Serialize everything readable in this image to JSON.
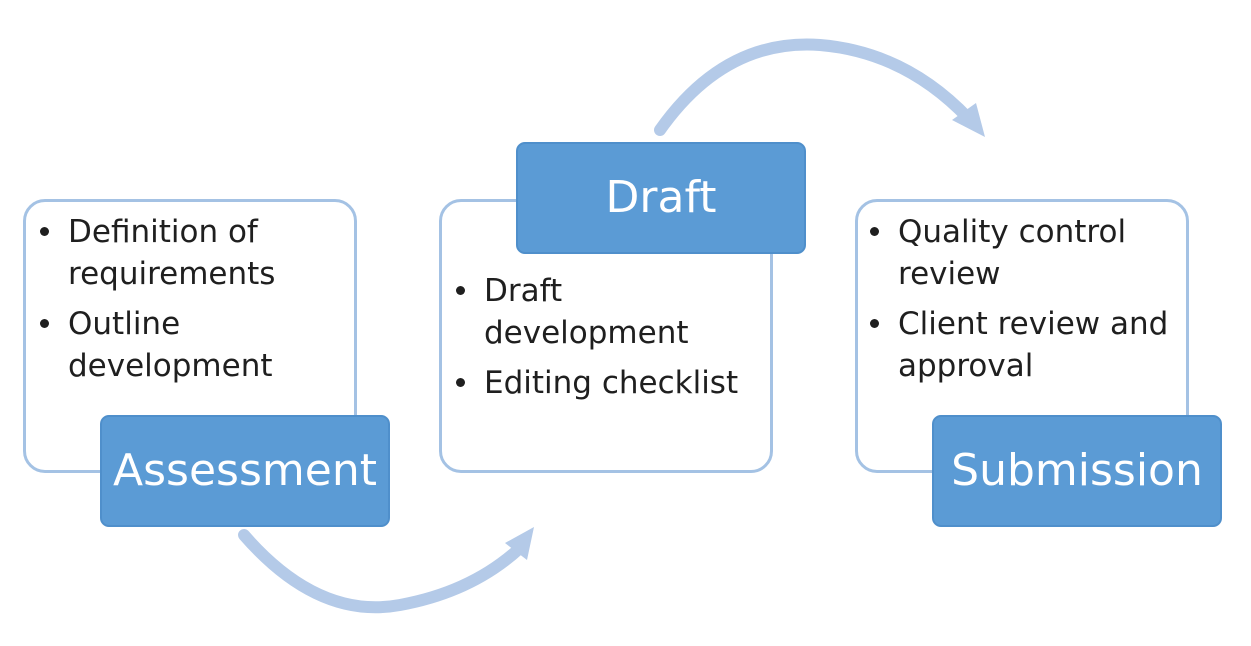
{
  "colors": {
    "label_fill": "#5b9bd5",
    "card_border": "#a4c2e4",
    "arrow": "#b4cae8",
    "text": "#1f1f1f",
    "label_text": "#ffffff"
  },
  "stages": [
    {
      "title": "Assessment",
      "bullets": [
        "Definition of requirements",
        "Outline development"
      ]
    },
    {
      "title": "Draft",
      "bullets": [
        "Draft development",
        "Editing checklist"
      ]
    },
    {
      "title": "Submission",
      "bullets": [
        "Quality control review",
        "Client review and approval"
      ]
    }
  ]
}
